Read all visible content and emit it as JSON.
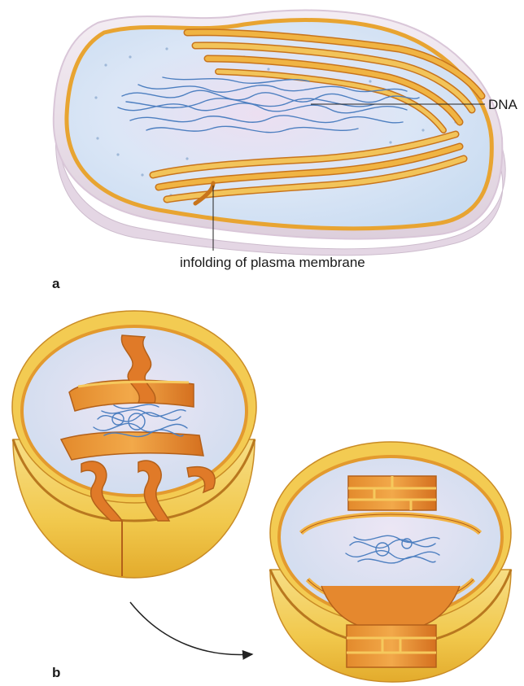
{
  "panel_a": {
    "letter": "a",
    "labels": {
      "dna": "DNA",
      "infolding": "infolding of plasma membrane"
    }
  },
  "panel_b": {
    "letter": "b"
  },
  "colors": {
    "membrane_orange": "#e8a431",
    "membrane_dark": "#c8741c",
    "cytoplasm": "#dde8f6",
    "dna_blue": "#4d7fc0",
    "outer_wall": "#ece0ea",
    "yellow_body": "#f4cf57",
    "inner_orange": "#d9782a"
  }
}
